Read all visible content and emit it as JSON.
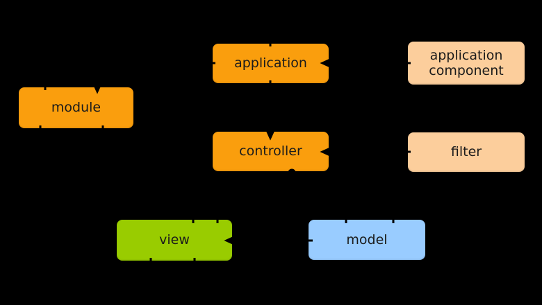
{
  "diagram": {
    "background_color": "#000000",
    "connector_color": "#000000",
    "text_color": "#1b1b1b",
    "nodes": [
      {
        "id": "module",
        "label": "module",
        "color": "#FA9E0D"
      },
      {
        "id": "application",
        "label": "application",
        "color": "#FA9E0D"
      },
      {
        "id": "application-component",
        "label": "application component",
        "color": "#FCCE9C"
      },
      {
        "id": "controller",
        "label": "controller",
        "color": "#FA9E0D"
      },
      {
        "id": "filter",
        "label": "filter",
        "color": "#FCCE9C"
      },
      {
        "id": "view",
        "label": "view",
        "color": "#99CC00"
      },
      {
        "id": "model",
        "label": "model",
        "color": "#99CCFF"
      }
    ],
    "edges": [
      {
        "from": "application",
        "to": "application component",
        "style": "horizontal arrow, black on black (only edge notches visible)"
      },
      {
        "from": "application",
        "to": "controller",
        "style": "vertical arrow, black on black (only edge notches visible)"
      },
      {
        "from": "controller",
        "to": "filter",
        "style": "horizontal arrow, black on black (only edge notches visible)"
      },
      {
        "from": "model",
        "to": "view",
        "style": "horizontal arrow, black on black (only edge notches visible)"
      },
      {
        "from": "module",
        "to": "module",
        "style": "self-loop over top edge, black on black (only edge notches visible)"
      }
    ]
  }
}
